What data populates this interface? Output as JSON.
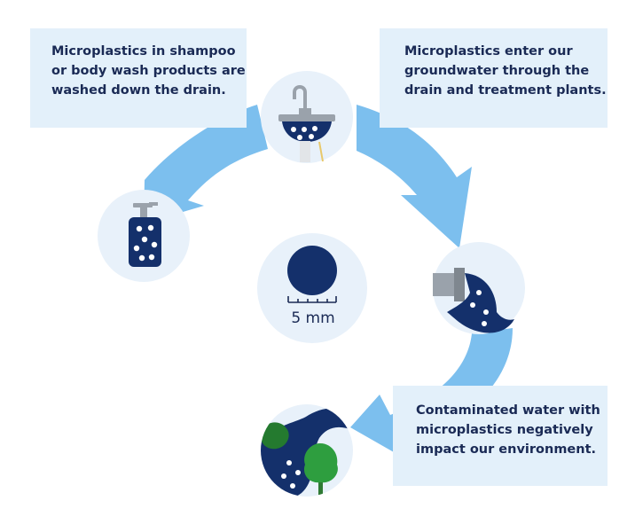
{
  "colors": {
    "arrow": "#7cbfee",
    "circle_bg": "#e8f1fa",
    "navy": "#14306b",
    "text": "#1a2a55",
    "callout_bg": "#e3f0fa",
    "tree_green": "#2e9e3f",
    "bush_green": "#247a2f",
    "metal_gray": "#9aa2ab"
  },
  "callouts": {
    "shampoo": [
      "Microplastics in shampoo",
      "or body wash products are",
      "washed down the drain."
    ],
    "groundwater": [
      "Microplastics enter our",
      "groundwater through the",
      "drain and treatment plants."
    ],
    "environment": [
      "Contaminated water with",
      "microplastics negatively",
      "impact our environment."
    ]
  },
  "scale": {
    "label": "5 mm"
  },
  "icons": {
    "bottle": "soap-bottle-icon",
    "sink": "sink-drain-icon",
    "pipe": "drain-pipe-icon",
    "environment": "environment-icon",
    "particle": "microplastic-particle-icon"
  }
}
